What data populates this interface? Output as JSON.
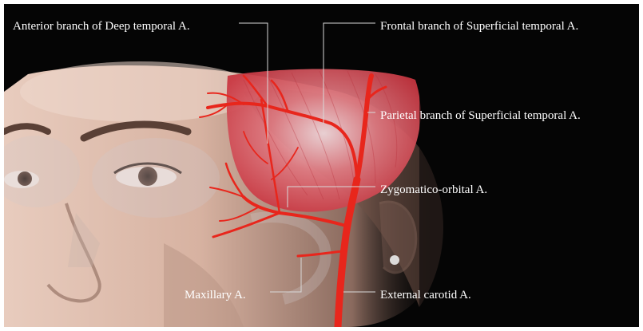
{
  "labels": {
    "deep_temporal": "Anterior branch of Deep temporal A.",
    "frontal_branch": "Frontal branch of Superficial temporal A.",
    "parietal_branch": "Parietal branch of Superficial temporal A.",
    "zygomatico_orbital": "Zygomatico-orbital A.",
    "maxillary": "Maxillary A.",
    "external_carotid": "External carotid A."
  },
  "colors": {
    "background": "#050505",
    "label_text": "#ffffff",
    "leader_line": "#d8d8d8",
    "artery": "#e8261c",
    "muscle": "#d9545e",
    "skin": "#d9b5a3"
  }
}
